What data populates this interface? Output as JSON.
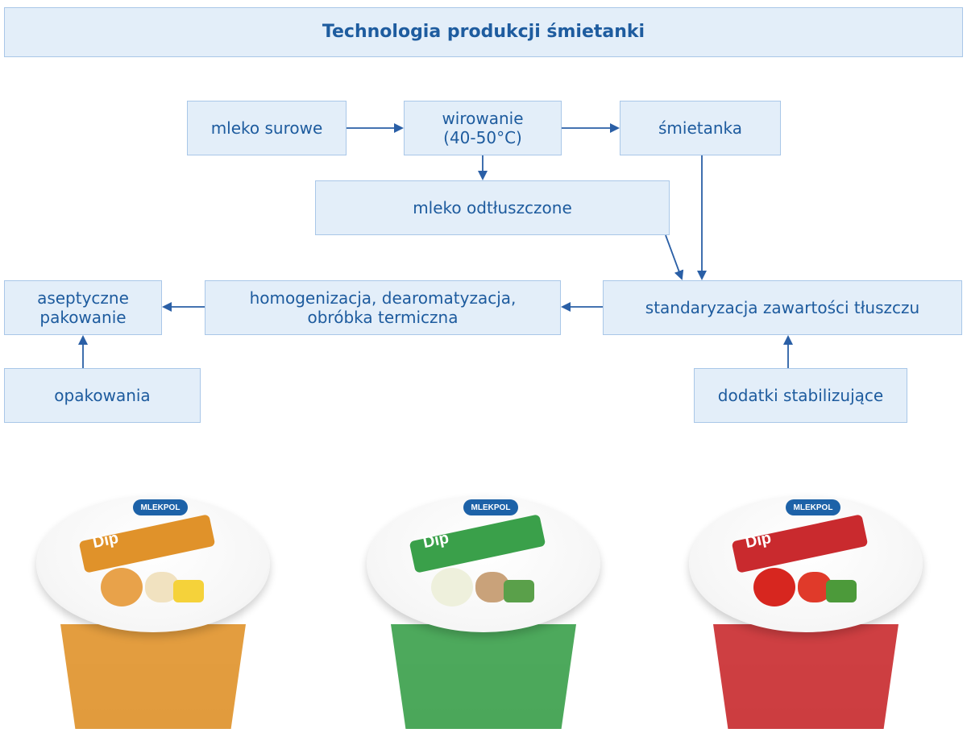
{
  "title": "Technologia produkcji śmietanki",
  "nodes": {
    "mleko_surowe": "mleko surowe",
    "wirowanie": "wirowanie\n(40-50°C)",
    "smietanka": "śmietanka",
    "mleko_odtluszczone": "mleko odtłuszczone",
    "standaryzacja": "standaryzacja zawartości tłuszczu",
    "homogenizacja": "homogenizacja, dearomatyzacja,\nobróbka termiczna",
    "aseptyczne": "aseptyczne\npakowanie",
    "opakowania": "opakowania",
    "dodatki": "dodatki stabilizujące"
  },
  "edges": [
    [
      "mleko_surowe",
      "wirowanie"
    ],
    [
      "wirowanie",
      "smietanka"
    ],
    [
      "wirowanie",
      "mleko_odtluszczone"
    ],
    [
      "smietanka",
      "standaryzacja"
    ],
    [
      "mleko_odtluszczone",
      "standaryzacja"
    ],
    [
      "dodatki",
      "standaryzacja"
    ],
    [
      "standaryzacja",
      "homogenizacja"
    ],
    [
      "homogenizacja",
      "aseptyczne"
    ],
    [
      "opakowania",
      "aseptyczne"
    ]
  ],
  "colors": {
    "box_fill": "#e3eef9",
    "box_border": "#a9c7e8",
    "text": "#1d5b9e",
    "arrow": "#2a5fa6"
  },
  "products": [
    {
      "brand": "MLEKPOL",
      "name": "Dip",
      "color": "#e0922a",
      "veg": [
        "#e8a24a",
        "#f1e2c0",
        "#f5d23a"
      ]
    },
    {
      "brand": "MLEKPOL",
      "name": "Dip",
      "color": "#3aa04a",
      "veg": [
        "#eef0dc",
        "#c9a27a",
        "#5aa04a"
      ]
    },
    {
      "brand": "MLEKPOL",
      "name": "Dip",
      "color": "#c92a2e",
      "veg": [
        "#d7261f",
        "#e03a2a",
        "#4c9a3a"
      ]
    }
  ]
}
